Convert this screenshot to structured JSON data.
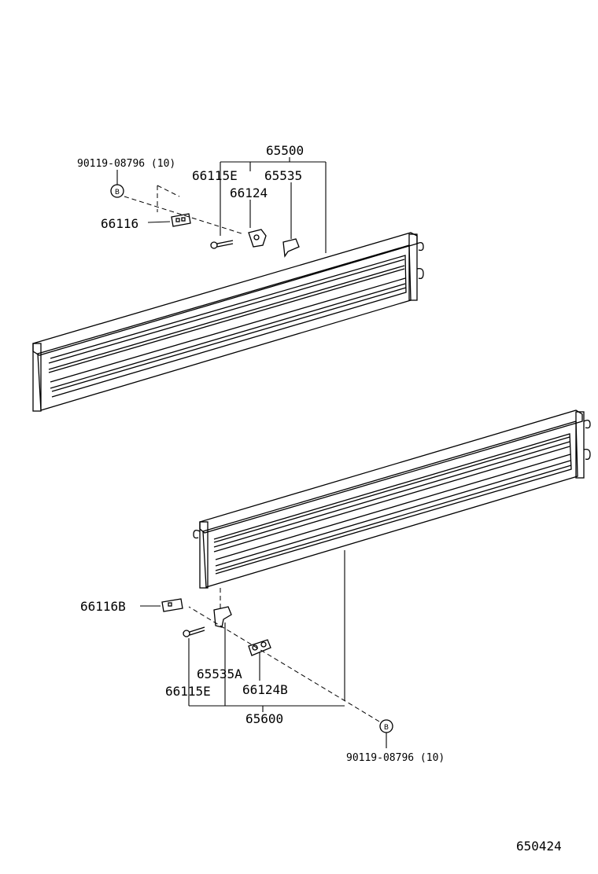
{
  "diagram_id": "650424",
  "upper_assembly": {
    "main_part": "65500",
    "bolt": "90119-08796 (10)",
    "marker": "B",
    "parts": [
      "66115E",
      "66124",
      "65535",
      "66116"
    ]
  },
  "lower_assembly": {
    "main_part": "65600",
    "bolt": "90119-08796 (10)",
    "marker": "B",
    "parts": [
      "66116B",
      "65535A",
      "66115E",
      "66124B"
    ]
  }
}
